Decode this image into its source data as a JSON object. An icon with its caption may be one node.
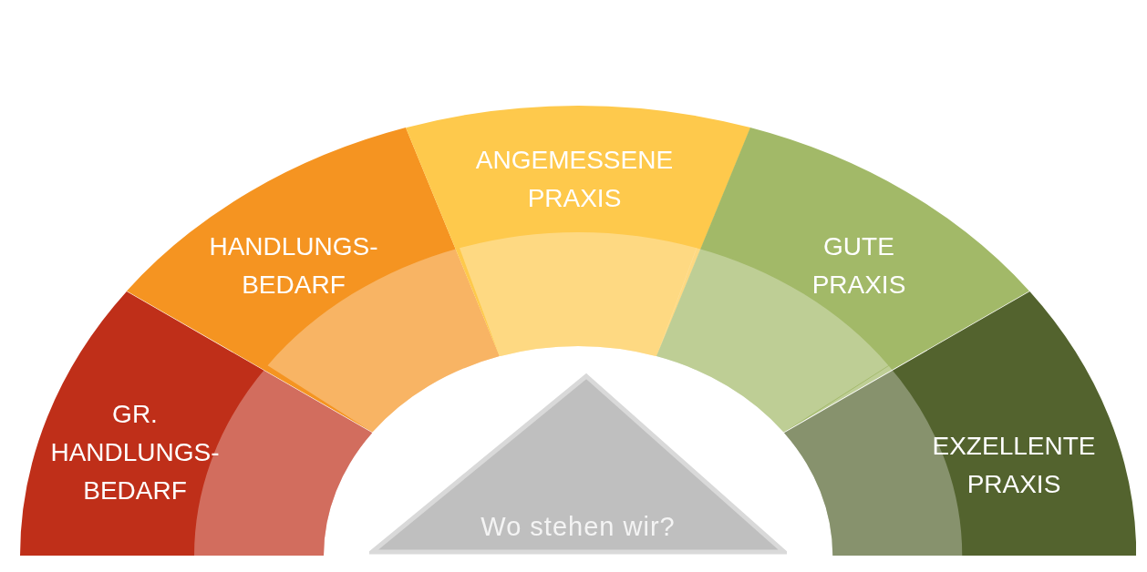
{
  "diagram": {
    "nodes": [
      {
        "text": [
          "GR. HANDLUNGS-BEDARF"
        ]
      },
      {
        "text": [
          "HANDLUNGS-BEDARF"
        ]
      },
      {
        "text": [
          "ANGEMESSENE PRAXIS"
        ]
      },
      {
        "text": [
          "GUTE PRAXIS"
        ]
      },
      {
        "text": [
          "EXZELLENTE PRAXIS"
        ]
      },
      {
        "text": [
          "Wo stehen wir?"
        ]
      }
    ]
  }
}
